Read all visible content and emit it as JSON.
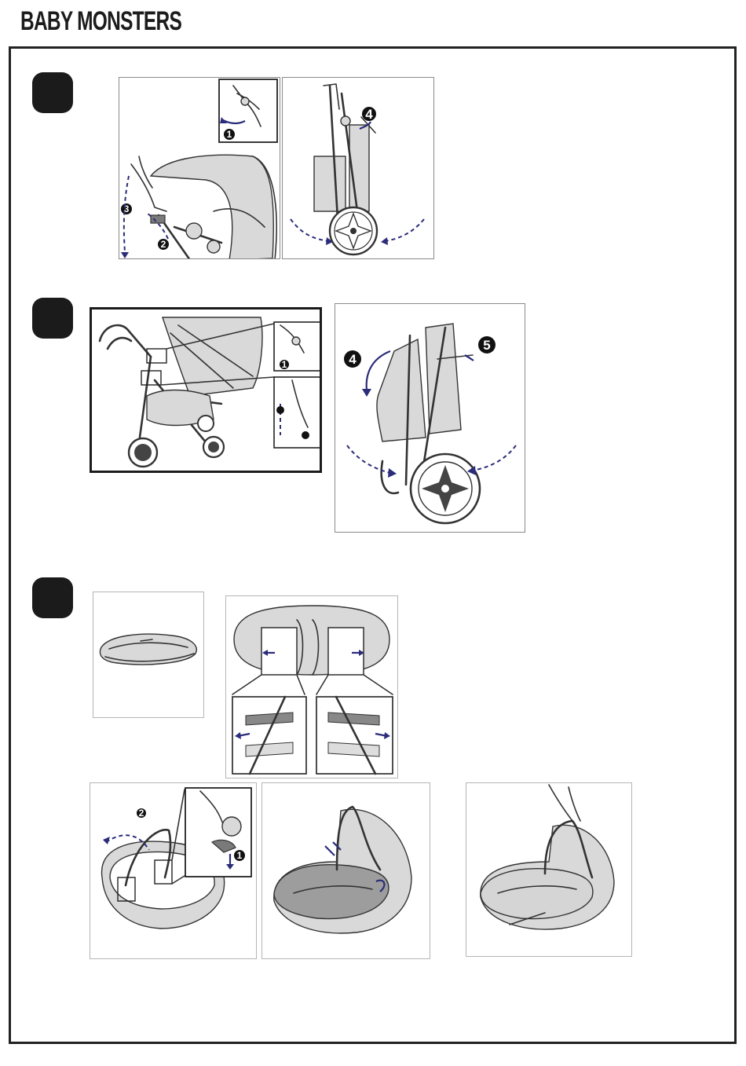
{
  "header": {
    "brand": "BABY MONSTERS"
  },
  "steps": [
    {
      "id": "step-1",
      "badges": [
        "1",
        "2",
        "3",
        "4"
      ]
    },
    {
      "id": "step-2",
      "badges": [
        "1",
        "4",
        "5"
      ]
    },
    {
      "id": "step-3",
      "badges": [
        "1",
        "2"
      ]
    }
  ],
  "colors": {
    "arrow": "#2b2c7a",
    "frame": "#222222",
    "step_marker": "#1b1b1b"
  }
}
